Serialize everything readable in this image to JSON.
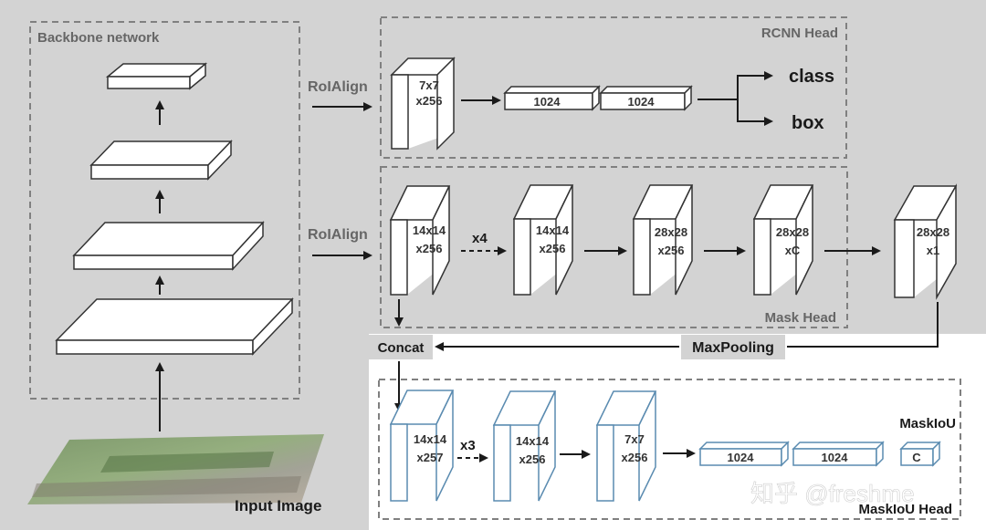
{
  "colors": {
    "page_background": "#d3d3d3",
    "white_region": "#ffffff",
    "block_face": "#ffffff",
    "block_outline_dark": "#333333",
    "block_outline_blue": "#5a8bb0",
    "dashed_box": "#808080",
    "label_gray": "#666666",
    "label_dark": "#1a1a1a"
  },
  "backbone": {
    "title": "Backbone network",
    "input_label": "Input Image"
  },
  "rcnn_head": {
    "title": "RCNN Head",
    "roi_label": "RoIAlign",
    "feature_label_line1": "7x7",
    "feature_label_line2": "x256",
    "fc1": "1024",
    "fc2": "1024",
    "out_class": "class",
    "out_box": "box"
  },
  "mask_head": {
    "title": "Mask Head",
    "roi_label": "RoIAlign",
    "b1_line1": "14x14",
    "b1_line2": "x256",
    "repeat_label": "x4",
    "b2_line1": "14x14",
    "b2_line2": "x256",
    "b3_line1": "28x28",
    "b3_line2": "x256",
    "b4_line1": "28x28",
    "b4_line2": "xC",
    "b5_line1": "28x28",
    "b5_line2": "x1"
  },
  "connectors": {
    "concat": "Concat",
    "maxpool": "MaxPooling"
  },
  "maskiou_head": {
    "title": "MaskIoU",
    "footer_title": "MaskIoU Head",
    "b1_line1": "14x14",
    "b1_line2": "x257",
    "repeat_label": "x3",
    "b2_line1": "14x14",
    "b2_line2": "x256",
    "b3_line1": "7x7",
    "b3_line2": "x256",
    "fc1": "1024",
    "fc2": "1024",
    "out": "C"
  },
  "watermark": "知乎 @freshme"
}
